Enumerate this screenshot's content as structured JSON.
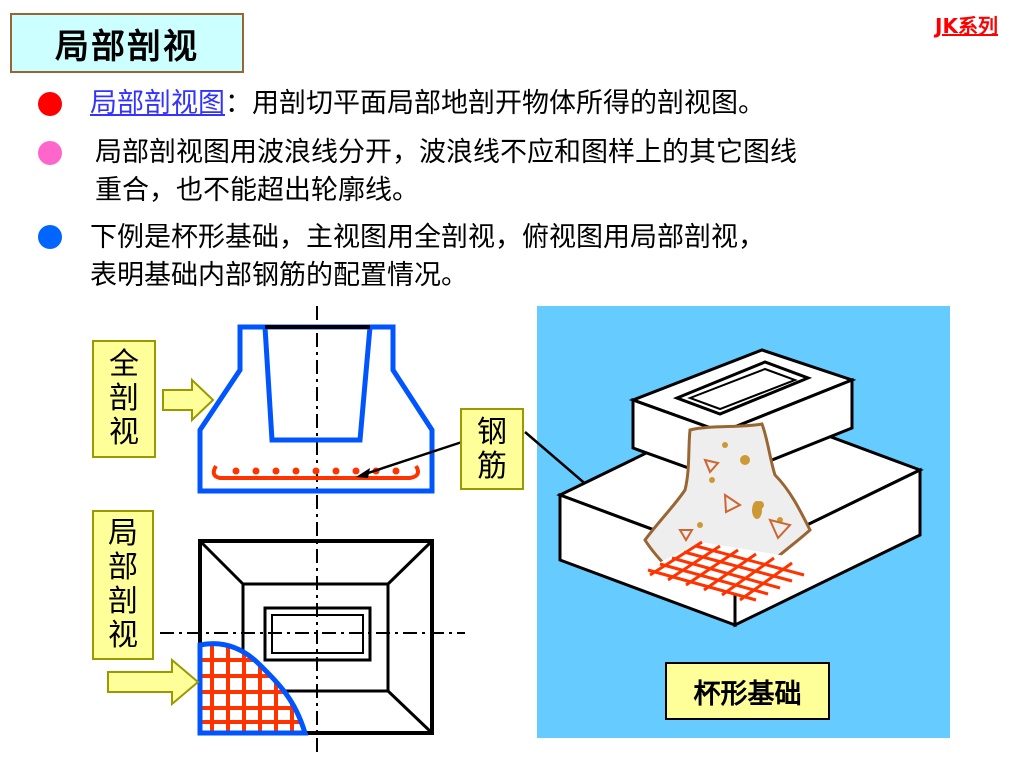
{
  "slide": {
    "title": "局部剖视",
    "series_tag": "JK系列"
  },
  "bullets": [
    {
      "color": "#ff0000",
      "term": "局部剖视图",
      "text": "：用剖切平面局部地剖开物体所得的剖视图。"
    },
    {
      "color": "#ff66cc",
      "line1": "局部剖视图用波浪线分开，波浪线不应和图样上的其它图线",
      "line2": "重合，也不能超出轮廓线。"
    },
    {
      "color": "#0066ff",
      "line1": "下例是杯形基础，主视图用全剖视，俯视图用局部剖视，",
      "line2": "表明基础内部钢筋的配置情况。"
    }
  ],
  "labels": {
    "full_section": [
      "全",
      "剖",
      "视"
    ],
    "partial_section": [
      "局",
      "部",
      "剖",
      "视"
    ],
    "rebar": [
      "钢",
      "筋"
    ],
    "cup_foundation": "杯形基础"
  },
  "colors": {
    "outline_blue": "#0055ff",
    "rebar_red": "#ff3300",
    "panel_blue": "#66ccff",
    "label_yellow": "#ffff99"
  }
}
